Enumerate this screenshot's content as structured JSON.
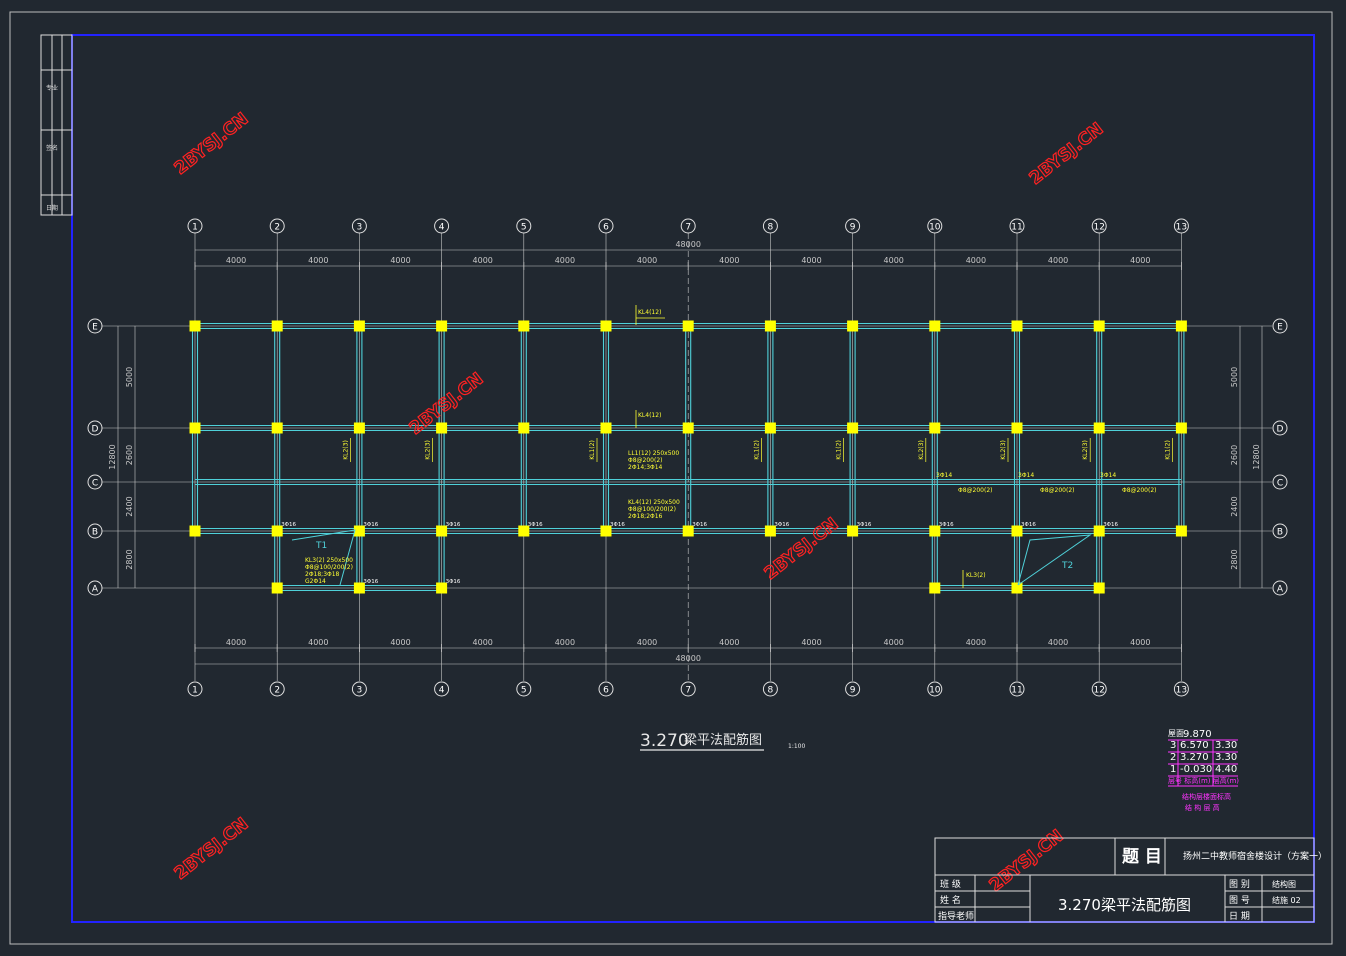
{
  "drawing": {
    "title_main": "3.270",
    "title_cn": "梁平法配筋图",
    "scale": "1:100",
    "colors": {
      "background": "#212830",
      "frame": "#2222ff",
      "beam": "#4fd1d9",
      "column": "#ffff00",
      "dim": "#c8c8c8",
      "annotation": "#ffff33",
      "watermark": "#ff2222",
      "table": "#ff33ff"
    }
  },
  "axes": {
    "columns": [
      "1",
      "2",
      "3",
      "4",
      "5",
      "6",
      "7",
      "8",
      "9",
      "10",
      "11",
      "12",
      "13"
    ],
    "rows": [
      "E",
      "D",
      "C",
      "B",
      "A"
    ],
    "bay_label": "4000",
    "total_width": "48000",
    "row_spacings": [
      "5000",
      "2600",
      "2400",
      "2800"
    ],
    "total_depth": "12800"
  },
  "watermark": "2BYSJ.CN",
  "beam_labels": {
    "kl4_top": "KL4(12)",
    "kl4_mid": "KL4(12)",
    "ll1_a": "LL1(12) 250x500",
    "ll1_b": "Φ8@200(2)",
    "ll1_c": "2Φ14;3Φ14",
    "kl4_low_a": "KL4(12) 250x500",
    "kl4_low_b": "Φ8@100/200(2)",
    "kl4_low_c": "2Φ18;2Φ16",
    "kl1_tag": "KL1(2)",
    "kl2_tag": "KL2(3)",
    "kl3_tag": "KL3(2)",
    "kl3_a": "KL3(2) 250x500",
    "kl3_b": "Φ8@100/200(2)",
    "kl3_c": "2Φ18;3Φ18",
    "kl3_d": "G2Φ14",
    "stirrup": "Φ8@200(2)",
    "rebar_3d16": "3Φ16",
    "rebar_3d14": "3Φ14",
    "stair_t1": "T1",
    "stair_t2": "T2"
  },
  "level_table": {
    "roof_label": "屋面",
    "roof_value": "9.870",
    "rows": [
      {
        "floor": "3",
        "elev": "6.570",
        "height": "3.30"
      },
      {
        "floor": "2",
        "elev": "3.270",
        "height": "3.30"
      },
      {
        "floor": "1",
        "elev": "-0.030",
        "height": "4.40"
      }
    ],
    "header": "层号 标高(m) 层高(m)",
    "note1": "结构层楼面标高",
    "note2": "结 构 层 高"
  },
  "title_block": {
    "project_label": "题 目",
    "project_name": "扬州二中教师宿舍楼设计（方案一）",
    "drawing_name": "3.270梁平法配筋图",
    "class_label": "班 级",
    "name_label": "姓 名",
    "advisor_label": "指导老师",
    "category_label": "图 别",
    "category_value": "结构图",
    "number_label": "图 号",
    "number_value": "结施 02",
    "date_label": "日 期"
  },
  "side_strip": {
    "cell1": "日期",
    "cell2": "签名",
    "cell3": "专业"
  }
}
